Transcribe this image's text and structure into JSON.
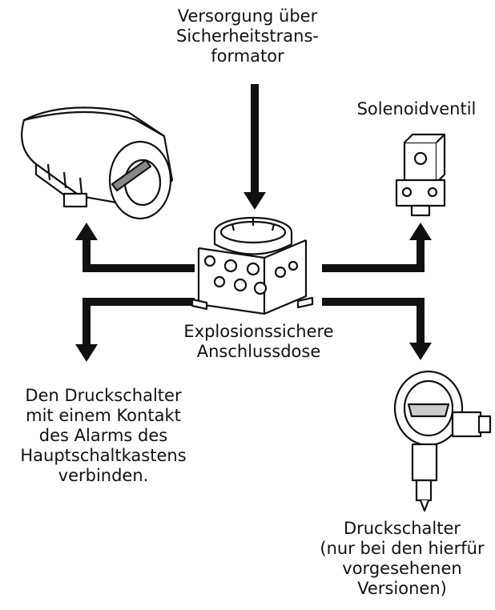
{
  "labels": {
    "supply": [
      "Versorgung über",
      "Sicherheitstrans-",
      "formator"
    ],
    "solenoid": [
      "Solenoidventil"
    ],
    "junction": [
      "Explosionssichere",
      "Anschlussdose"
    ],
    "alarm": [
      "Den Druckschalter",
      "mit einem Kontakt",
      "des Alarms des",
      "Hauptschaltkastens",
      "verbinden."
    ],
    "pressure_switch": [
      "Druckschalter",
      "(nur bei den hierfür",
      "vorgesehenen",
      "Versionen)"
    ]
  },
  "colors": {
    "line": "#111111",
    "background": "#ffffff"
  }
}
